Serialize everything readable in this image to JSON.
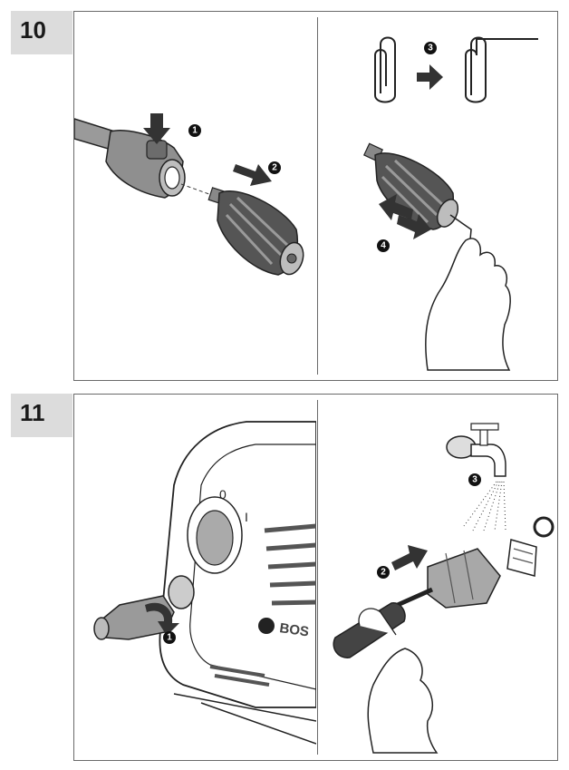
{
  "figures": [
    {
      "number": "10",
      "left_panel": {
        "callouts": [
          "1",
          "2"
        ]
      },
      "right_panel": {
        "callouts": [
          "3",
          "4"
        ]
      }
    },
    {
      "number": "11",
      "left_panel": {
        "callouts": [
          "1"
        ],
        "markings": {
          "off": "0",
          "on": "I",
          "brand": "BOS"
        }
      },
      "right_panel": {
        "callouts": [
          "2",
          "3"
        ]
      }
    }
  ],
  "colors": {
    "frame": "#6a6a6a",
    "label_bg": "#dcdcdc",
    "ink": "#1a1a1a",
    "part_gray": "#8f8f8f",
    "dark_part": "#505050"
  }
}
